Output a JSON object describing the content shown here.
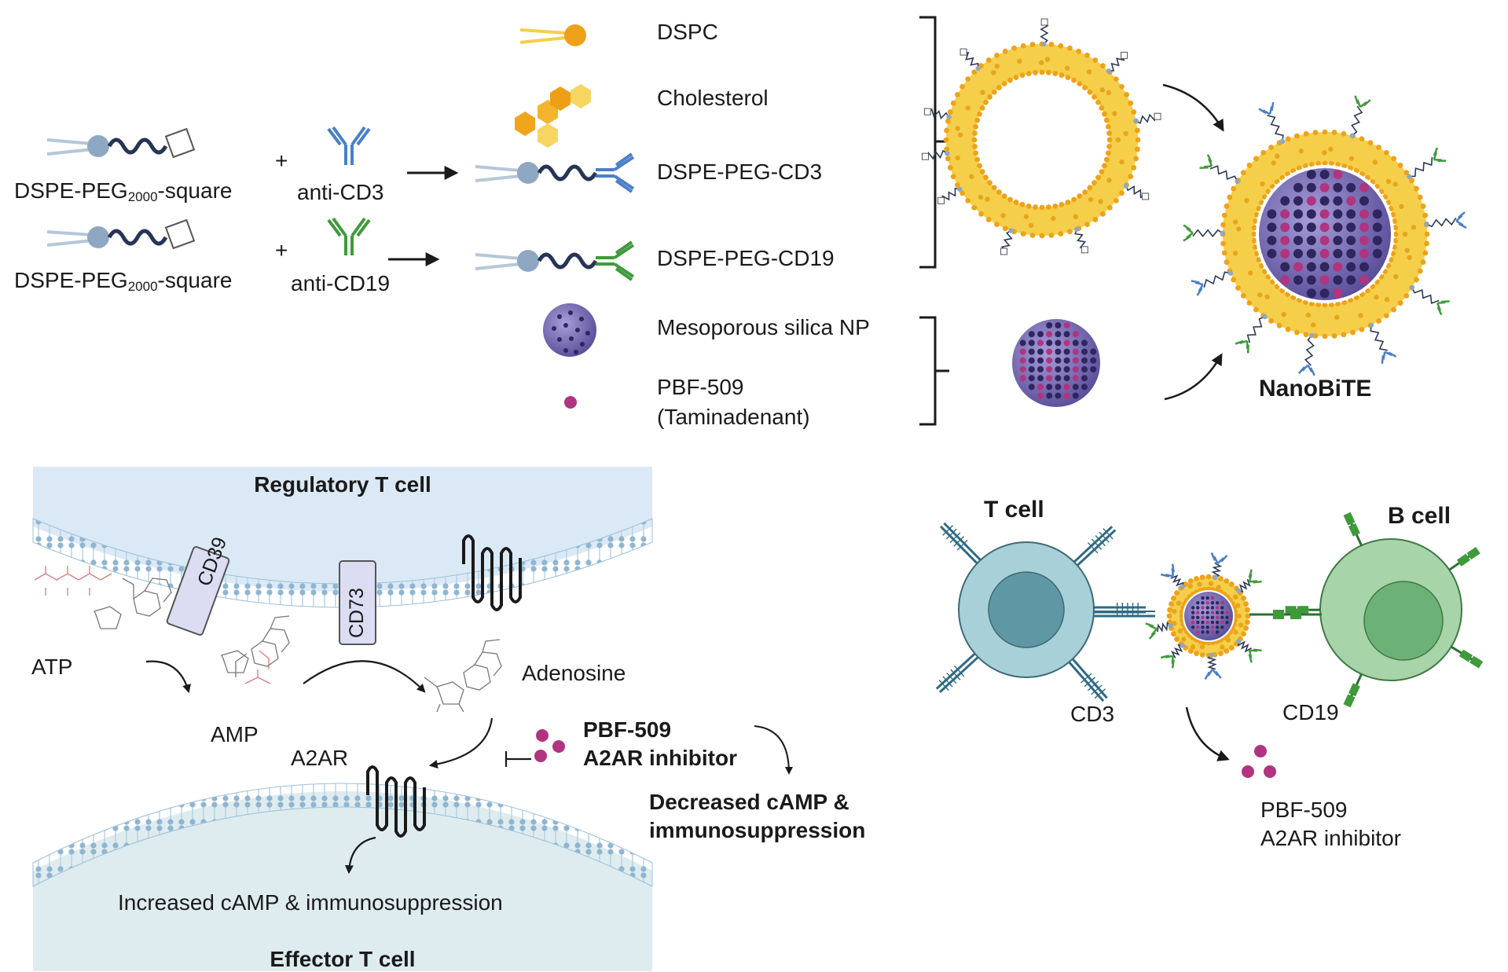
{
  "legend": {
    "dspc": "DSPC",
    "cholesterol": "Cholesterol",
    "dspe_peg_cd3": "DSPE-PEG-CD3",
    "dspe_peg_cd19": "DSPE-PEG-CD19",
    "msn": "Mesoporous silica NP",
    "pbf_509": "PBF-509",
    "taminadenant": "(Taminadenant)"
  },
  "reactions": [
    {
      "reagent_prefix": "DSPE-PEG",
      "reagent_sub": "2000",
      "reagent_suffix": "-square",
      "plus": "+",
      "antibody": "anti-CD3"
    },
    {
      "reagent_prefix": "DSPE-PEG",
      "reagent_sub": "2000",
      "reagent_suffix": "-square",
      "plus": "+",
      "antibody": "anti-CD19"
    }
  ],
  "product": {
    "title": "NanoBiTE"
  },
  "pathway": {
    "regulatory_cell": "Regulatory T cell",
    "effector_cell": "Effector T cell",
    "cd39": "CD39",
    "cd73": "CD73",
    "atp": "ATP",
    "amp": "AMP",
    "adenosine": "Adenosine",
    "a2ar": "A2AR",
    "inhibitor_name": "PBF-509",
    "inhibitor_role": "A2AR inhibitor",
    "decreased_1": "Decreased cAMP &",
    "decreased_2": "immunosuppression",
    "increased": "Increased cAMP & immunosuppression"
  },
  "cells": {
    "t_cell": "T cell",
    "b_cell": "B cell",
    "cd3": "CD3",
    "cd19": "CD19",
    "released_name": "PBF-509",
    "released_role": "A2AR inhibitor"
  },
  "colors": {
    "lipid_yellow": "#f5cf4a",
    "lipid_orange": "#eea21a",
    "cholesterol": "#f0a51c",
    "silica": "#7e74b8",
    "drug": "#b0347f",
    "anti_cd3": "#4a7fc8",
    "anti_cd19": "#3f9a3a",
    "t_cell": "#a8d0d8",
    "b_cell": "#a8d4aa",
    "membrane": "#9cc0d8"
  }
}
